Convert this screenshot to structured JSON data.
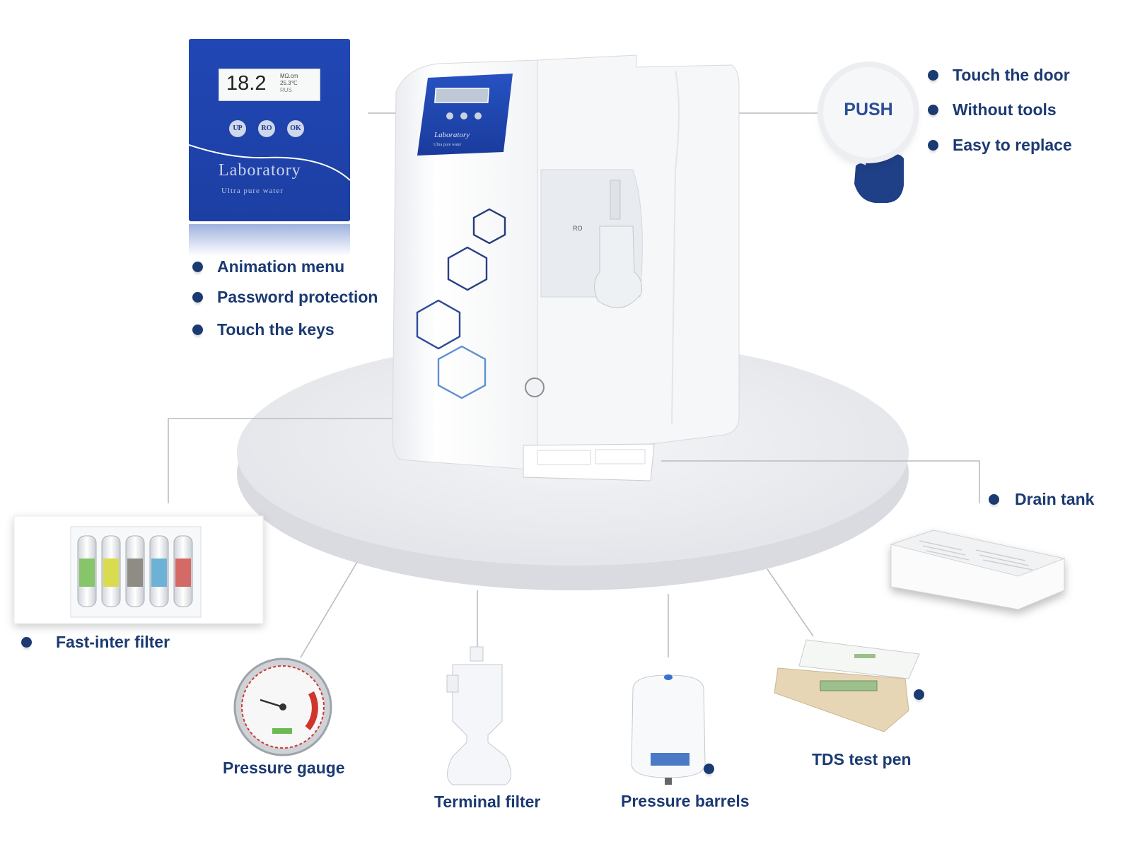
{
  "control_panel": {
    "display_value": "18.2",
    "display_unit_lines": [
      "MΩ.cm",
      "25.3℃",
      "RUS"
    ],
    "buttons": [
      "UP",
      "RO",
      "OK"
    ],
    "brand_title": "Laboratory",
    "brand_subtitle": "Ultra pure water"
  },
  "panel_features": [
    "Animation menu",
    "Password protection",
    "Touch the keys"
  ],
  "push_button": {
    "label": "PUSH"
  },
  "door_features": [
    "Touch the door",
    "Without tools",
    "Easy to replace"
  ],
  "machine": {
    "panel_title": "Laboratory",
    "panel_subtitle": "Ultra pure water",
    "ro_label": "RO"
  },
  "accessories": {
    "fast_inter_filter": "Fast-inter filter",
    "pressure_gauge": "Pressure gauge",
    "terminal_filter": "Terminal filter",
    "pressure_barrels": "Pressure barrels",
    "tds_test_pen": "TDS test pen",
    "drain_tank": "Drain tank"
  },
  "colors": {
    "brand_blue": "#1e43a8",
    "text_navy": "#1b3a72",
    "platform_grey": "#e9eaee"
  }
}
